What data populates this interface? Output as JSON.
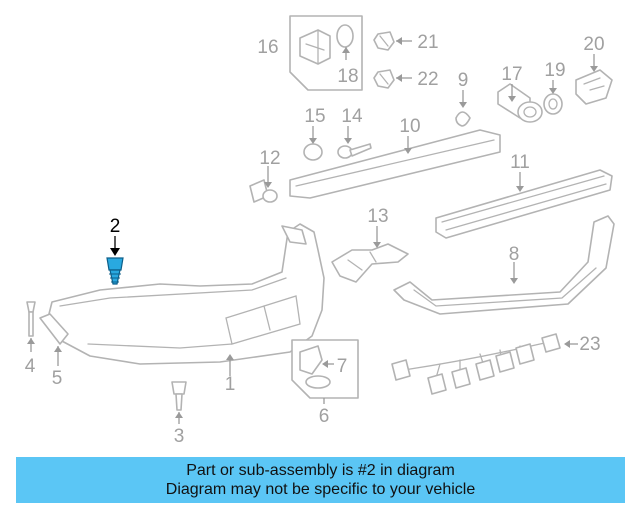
{
  "caption": {
    "line1": "Part or sub-assembly is #2 in diagram",
    "line2": "Diagram may not be specific to your vehicle"
  },
  "colors": {
    "caption_background": "#5bc6f5",
    "highlight_part": "#29a9e0",
    "callout_default": "#a0a0a0",
    "callout_highlight": "#000000"
  },
  "highlighted_part": "2",
  "callouts": {
    "p1": "1",
    "p2": "2",
    "p3": "3",
    "p4": "4",
    "p5": "5",
    "p6": "6",
    "p7": "7",
    "p8": "8",
    "p9": "9",
    "p10": "10",
    "p11": "11",
    "p12": "12",
    "p13": "13",
    "p14": "14",
    "p15": "15",
    "p16": "16",
    "p17": "17",
    "p18": "18",
    "p19": "19",
    "p20": "20",
    "p21": "21",
    "p22": "22",
    "p23": "23"
  }
}
